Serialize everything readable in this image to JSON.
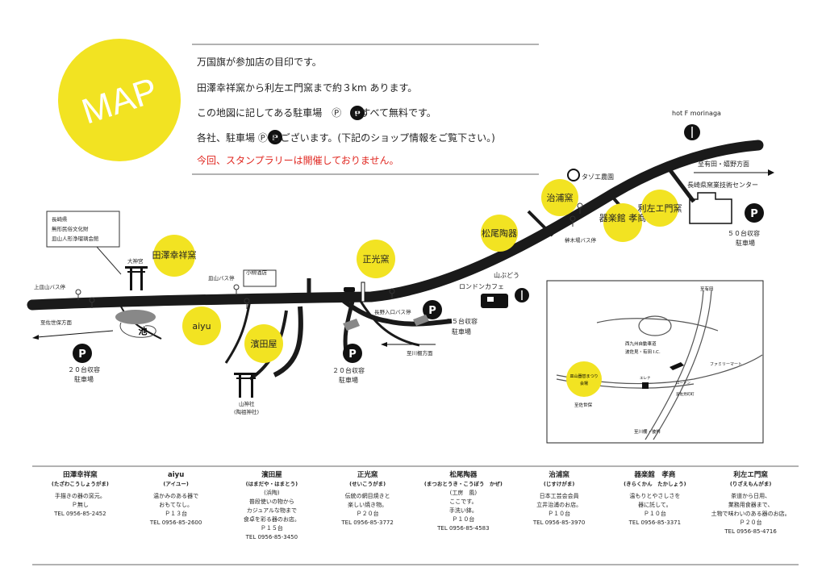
{
  "badge": {
    "label": "MAP",
    "color": "#f2e322"
  },
  "intro": [
    "万国旗が参加店の目印です。",
    "田澤幸祥窯から利左エ門窯まで約３km あります。",
    "この地図に記してある駐車場　Ⓟ　はすべて無料です。",
    "各社、駐車場 Ⓟ もございます。(下記のショップ情報をご覧下さい。)",
    "今回、スタンプラリーは開催しておりません。"
  ],
  "shops_on_map": [
    "田澤幸祥窯",
    "aiyu",
    "濱田屋",
    "正光窯",
    "松尾陶器",
    "治浦窯",
    "器楽館\n孝商",
    "利左エ門窯"
  ],
  "map_labels": {
    "hot_f": "hot F morinaga",
    "tazoe": "タゾエ農園",
    "to_arita": "至有田・嬉野方面",
    "center": "長崎県窯業技術センター",
    "p50a": "５０台収容",
    "p50b": "駐車場",
    "kamikiba_bus": "榊木場バス停",
    "yamabudou": "山ぶどう",
    "london": "ロンドンカフェ",
    "nagano_bus": "長野入口バス停",
    "p15a": "１５台収容",
    "p15b": "駐車場",
    "to_kawatana": "至川棚方面",
    "p20a": "２０台収容",
    "p20b": "駐車場",
    "p20c": "２０台収容",
    "p20d": "駐車場",
    "sarayama_bus": "皿山バス停",
    "koyanagi": "小柳酒店",
    "ohkami": "大神宮",
    "kami_sarayama_bus": "上皿山バス停",
    "pond": "池",
    "to_sasebo": "至佐世保方面",
    "yamagami_a": "山神社",
    "yamagami_b": "(陶祖神社)",
    "museum": [
      "長崎県",
      "無形民俗文化財",
      "皿山人形浄瑠璃会館"
    ]
  },
  "inset": {
    "to_arita": "至有田",
    "expressway": [
      "西九州自動車道",
      "波佐見・有田 I.C."
    ],
    "family_mart": "ファミリーマート",
    "venue": [
      "皿山器替まつり",
      "会場"
    ],
    "to_sasebo": "至佐世保",
    "to_kawatana": "至川棚・彼杵",
    "elena": "エレナ",
    "lawson": "ローソン",
    "hasami_town": "波佐見町町"
  },
  "shops": [
    {
      "name": "田澤幸祥窯",
      "reading": "(たざわこうしょうがま)",
      "lines": [
        "手描きの器の窯元。",
        "Ｐ無し"
      ],
      "tel": "TEL 0956-85-2452"
    },
    {
      "name": "aiyu",
      "reading": "(アイユー)",
      "lines": [
        "温かみのある器で",
        "おもてなし。",
        "Ｐ１３台"
      ],
      "tel": "TEL 0956-85-2600"
    },
    {
      "name": "濱田屋",
      "reading": "(はまだや・はまとう)",
      "lines": [
        "(浜陶)",
        "普段使いの物から",
        "カジュアルな物まで",
        "食卓を彩る器のお店。",
        "Ｐ１５台"
      ],
      "tel": "TEL 0956-85-3450"
    },
    {
      "name": "正光窯",
      "reading": "(せいこうがま)",
      "lines": [
        "伝統の網目焼きと",
        "楽しい焼き物。",
        "Ｐ２０台"
      ],
      "tel": "TEL 0956-85-3772"
    },
    {
      "name": "松尾陶器",
      "reading": "(まつおとうき・こうぼう　かぜ)",
      "lines": [
        "(工房　風)",
        "ここです。",
        "手洗い鉢。",
        "Ｐ１０台"
      ],
      "tel": "TEL 0956-85-4583"
    },
    {
      "name": "治浦窯",
      "reading": "(じすけがま)",
      "lines": [
        "日本工芸会会員",
        "立井治浦のお店。",
        "Ｐ１０台"
      ],
      "tel": "TEL 0956-85-3970"
    },
    {
      "name": "器楽館　孝商",
      "reading": "(きらくかん　たかしょう)",
      "lines": [
        "温もりとやさしさを",
        "器に託して。",
        "Ｐ１０台"
      ],
      "tel": "TEL 0956-85-3371"
    },
    {
      "name": "利左エ門窯",
      "reading": "(りざえもんがま)",
      "lines": [
        "茶道から日用、",
        "業務用食器まで、",
        "土物で味わいのある器のお店。",
        "Ｐ２０台"
      ],
      "tel": "TEL 0956-85-4716"
    }
  ],
  "colors": {
    "accent": "#f2e322",
    "red": "#e0261f",
    "road": "#1a1a1a"
  }
}
